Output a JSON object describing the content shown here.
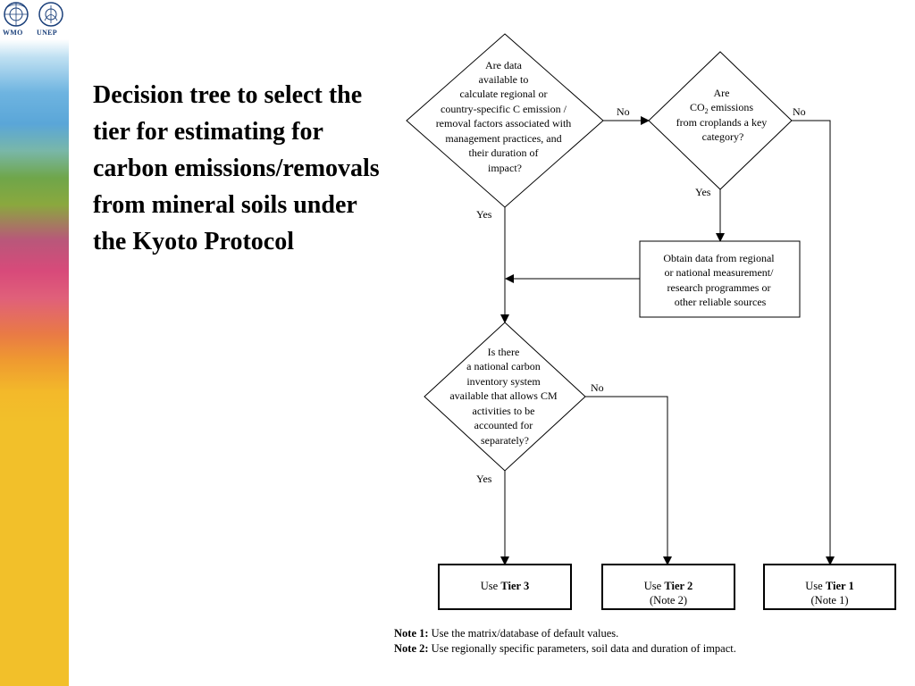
{
  "header": {
    "logo_left": "WMO",
    "logo_right": "UNEP"
  },
  "title": "Decision tree to select the tier for estimating for carbon emissions/removals from mineral soils under the Kyoto Protocol",
  "diagram": {
    "q1": {
      "lines": [
        "Are data",
        "available to",
        "calculate regional or",
        "country-specific C emission /",
        "removal factors associated with",
        "management practices, and",
        "their duration of",
        "impact?"
      ],
      "no_label": "No",
      "yes_label": "Yes"
    },
    "q2": {
      "line1": "Are",
      "line2_prefix": "CO",
      "line2_sub": "2",
      "line2_suffix": " emissions",
      "line3": "from croplands a key",
      "line4": "category?",
      "no_label": "No",
      "yes_label": "Yes"
    },
    "obtain_box": {
      "lines": [
        "Obtain data from regional",
        "or national measurement/",
        "research programmes or",
        "other reliable sources"
      ]
    },
    "q3": {
      "lines": [
        "Is there",
        "a national carbon",
        "inventory system",
        "available that allows CM",
        "activities to be",
        "accounted for",
        "separately?"
      ],
      "no_label": "No",
      "yes_label": "Yes"
    },
    "tier3": {
      "prefix": "Use ",
      "tier": "Tier 3"
    },
    "tier2": {
      "prefix": "Use ",
      "tier": "Tier 2",
      "note": "(Note 2)"
    },
    "tier1": {
      "prefix": "Use ",
      "tier": "Tier 1",
      "note": "(Note 1)"
    }
  },
  "notes": {
    "note1_label": "Note 1:",
    "note1_text": " Use the matrix/database of default values.",
    "note2_label": "Note 2:",
    "note2_text": " Use regionally specific parameters, soil data and duration of impact."
  },
  "colors": {
    "line": "#000000",
    "logo_blue": "#1a3f7a"
  }
}
